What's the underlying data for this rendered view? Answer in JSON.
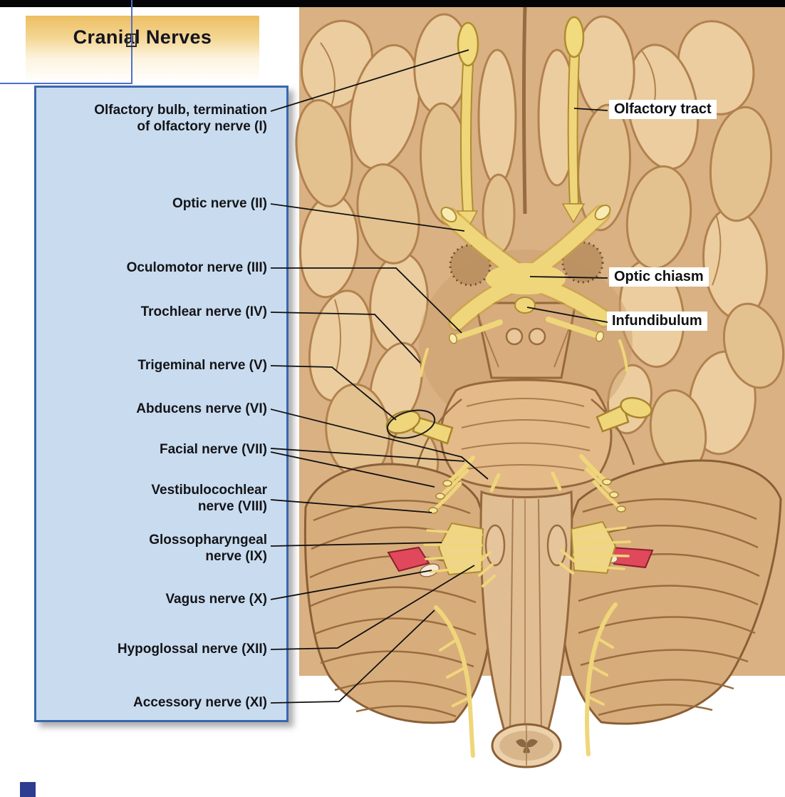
{
  "title": {
    "text": "Cranial Nerves"
  },
  "panel": {
    "labels": [
      {
        "text": "Olfactory bulb, termination\nof olfactory nerve (I)"
      },
      {
        "text": "Optic nerve (II)"
      },
      {
        "text": "Oculomotor nerve (III)"
      },
      {
        "text": "Trochlear nerve (IV)"
      },
      {
        "text": "Trigeminal nerve (V)"
      },
      {
        "text": "Abducens nerve (VI)"
      },
      {
        "text": "Facial nerve (VII)"
      },
      {
        "text": "Vestibulocochlear\nnerve (VIII)"
      },
      {
        "text": "Glossopharyngeal\nnerve (IX)"
      },
      {
        "text": "Vagus nerve (X)"
      },
      {
        "text": "Hypoglossal nerve (XII)"
      },
      {
        "text": "Accessory nerve (XI)"
      }
    ]
  },
  "side_labels": [
    {
      "text": "Olfactory tract"
    },
    {
      "text": "Optic chiasm"
    },
    {
      "text": "Infundibulum"
    }
  ],
  "colors": {
    "panel_bg": "#c9dcef",
    "panel_border": "#3a67ad",
    "title_gold": "#edbe62",
    "brain_tan": "#d9b183",
    "gyri_light": "#ebcd9f",
    "nerve_yellow": "#f0d67a",
    "accent_red": "#e0485c",
    "guide_blue": "#4f6fd0",
    "leader_line": "#101010"
  }
}
